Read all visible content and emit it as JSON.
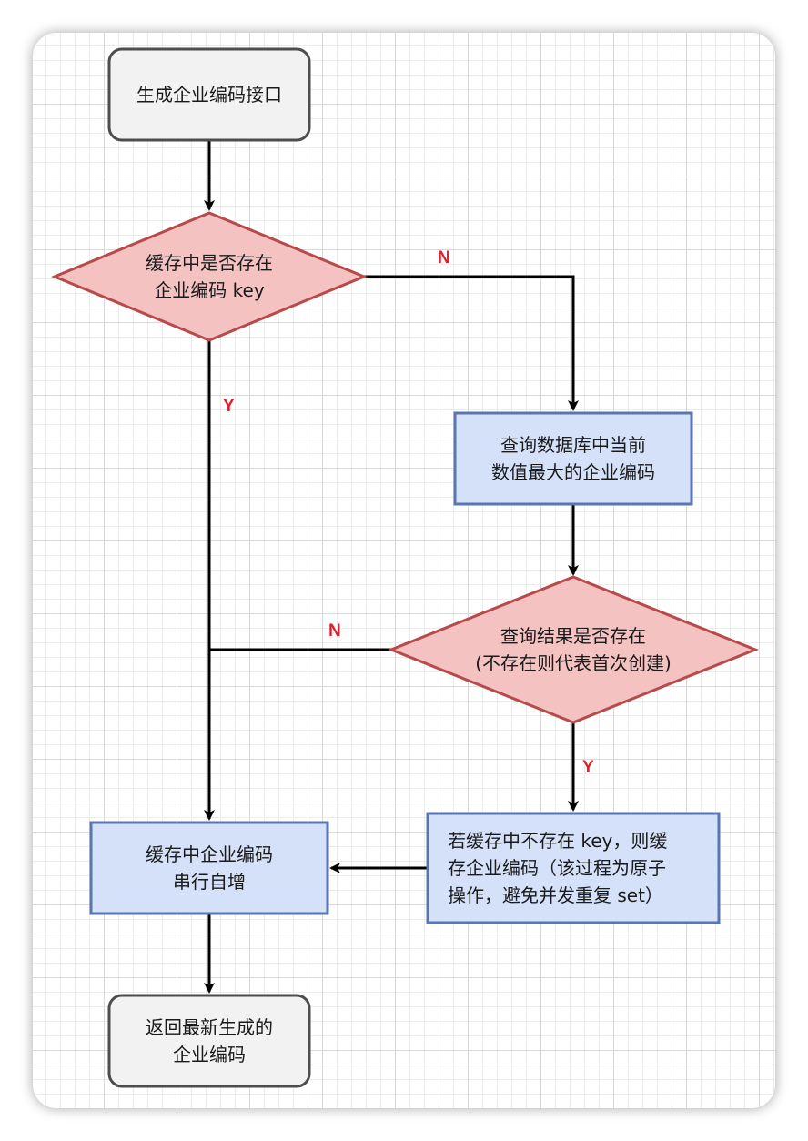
{
  "nodes": {
    "start": "生成企业编码接口",
    "check_cache": "缓存中是否存在\n企业编码 key",
    "query_db": "查询数据库中当前\n数值最大的企业编码",
    "check_result": "查询结果是否存在\n(不存在则代表首次创建)",
    "set_cache": "若缓存中不存在 key，则缓\n存企业编码（该过程为原子\n操作，避免并发重复 set）",
    "increment": "缓存中企业编码\n串行自增",
    "end": "返回最新生成的\n企业编码"
  },
  "edge_labels": {
    "cache_no": "N",
    "cache_yes": "Y",
    "result_no": "N",
    "result_yes": "Y"
  },
  "colors": {
    "terminal_fill": "#f2f2f2",
    "terminal_stroke": "#4d4d4d",
    "decision_fill": "#f5c2c2",
    "decision_stroke": "#b84a4a",
    "process_fill": "#d4e1f9",
    "process_stroke": "#5a76b0",
    "edge_label": "#e0212b"
  }
}
